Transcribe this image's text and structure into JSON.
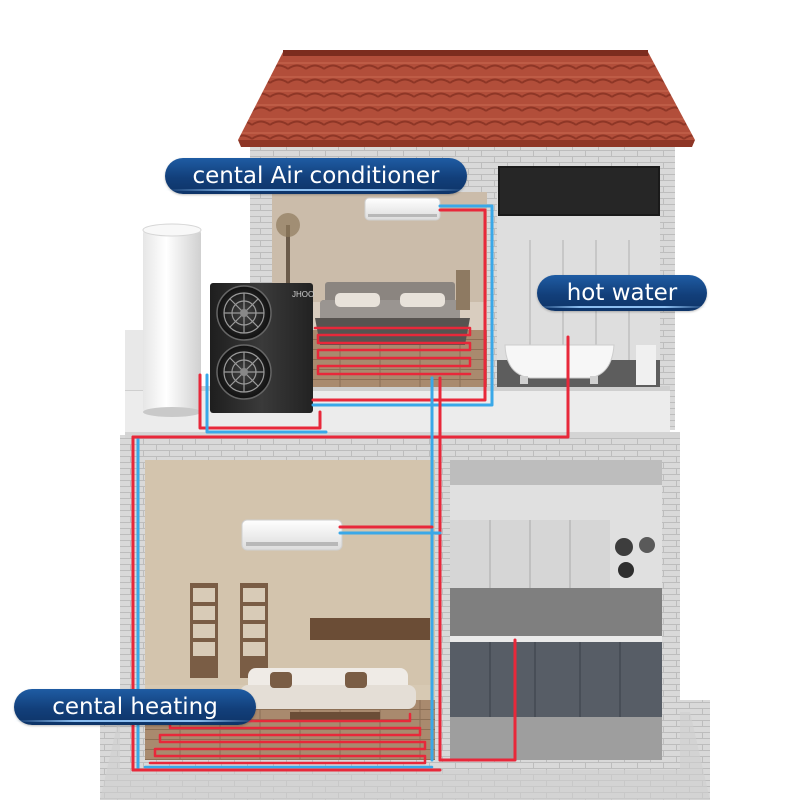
{
  "labels": {
    "central_ac": "cental Air conditioner",
    "hot_water": "hot water",
    "central_heating": "cental heating"
  },
  "heat_pump_brand": "JHOO",
  "colors": {
    "roof": "#b4503c",
    "wall_brick": "#dcdcdc",
    "pipe_hot": "#e8283a",
    "pipe_cold": "#3aa8e8",
    "label_bg": "#143f77",
    "heat_pump": "#2a2a2a",
    "tank": "#f4f4f4"
  },
  "icons": [
    "heat-pump-icon",
    "water-tank-icon",
    "air-conditioner-icon",
    "bathtub-icon",
    "sofa-icon",
    "bed-icon"
  ]
}
